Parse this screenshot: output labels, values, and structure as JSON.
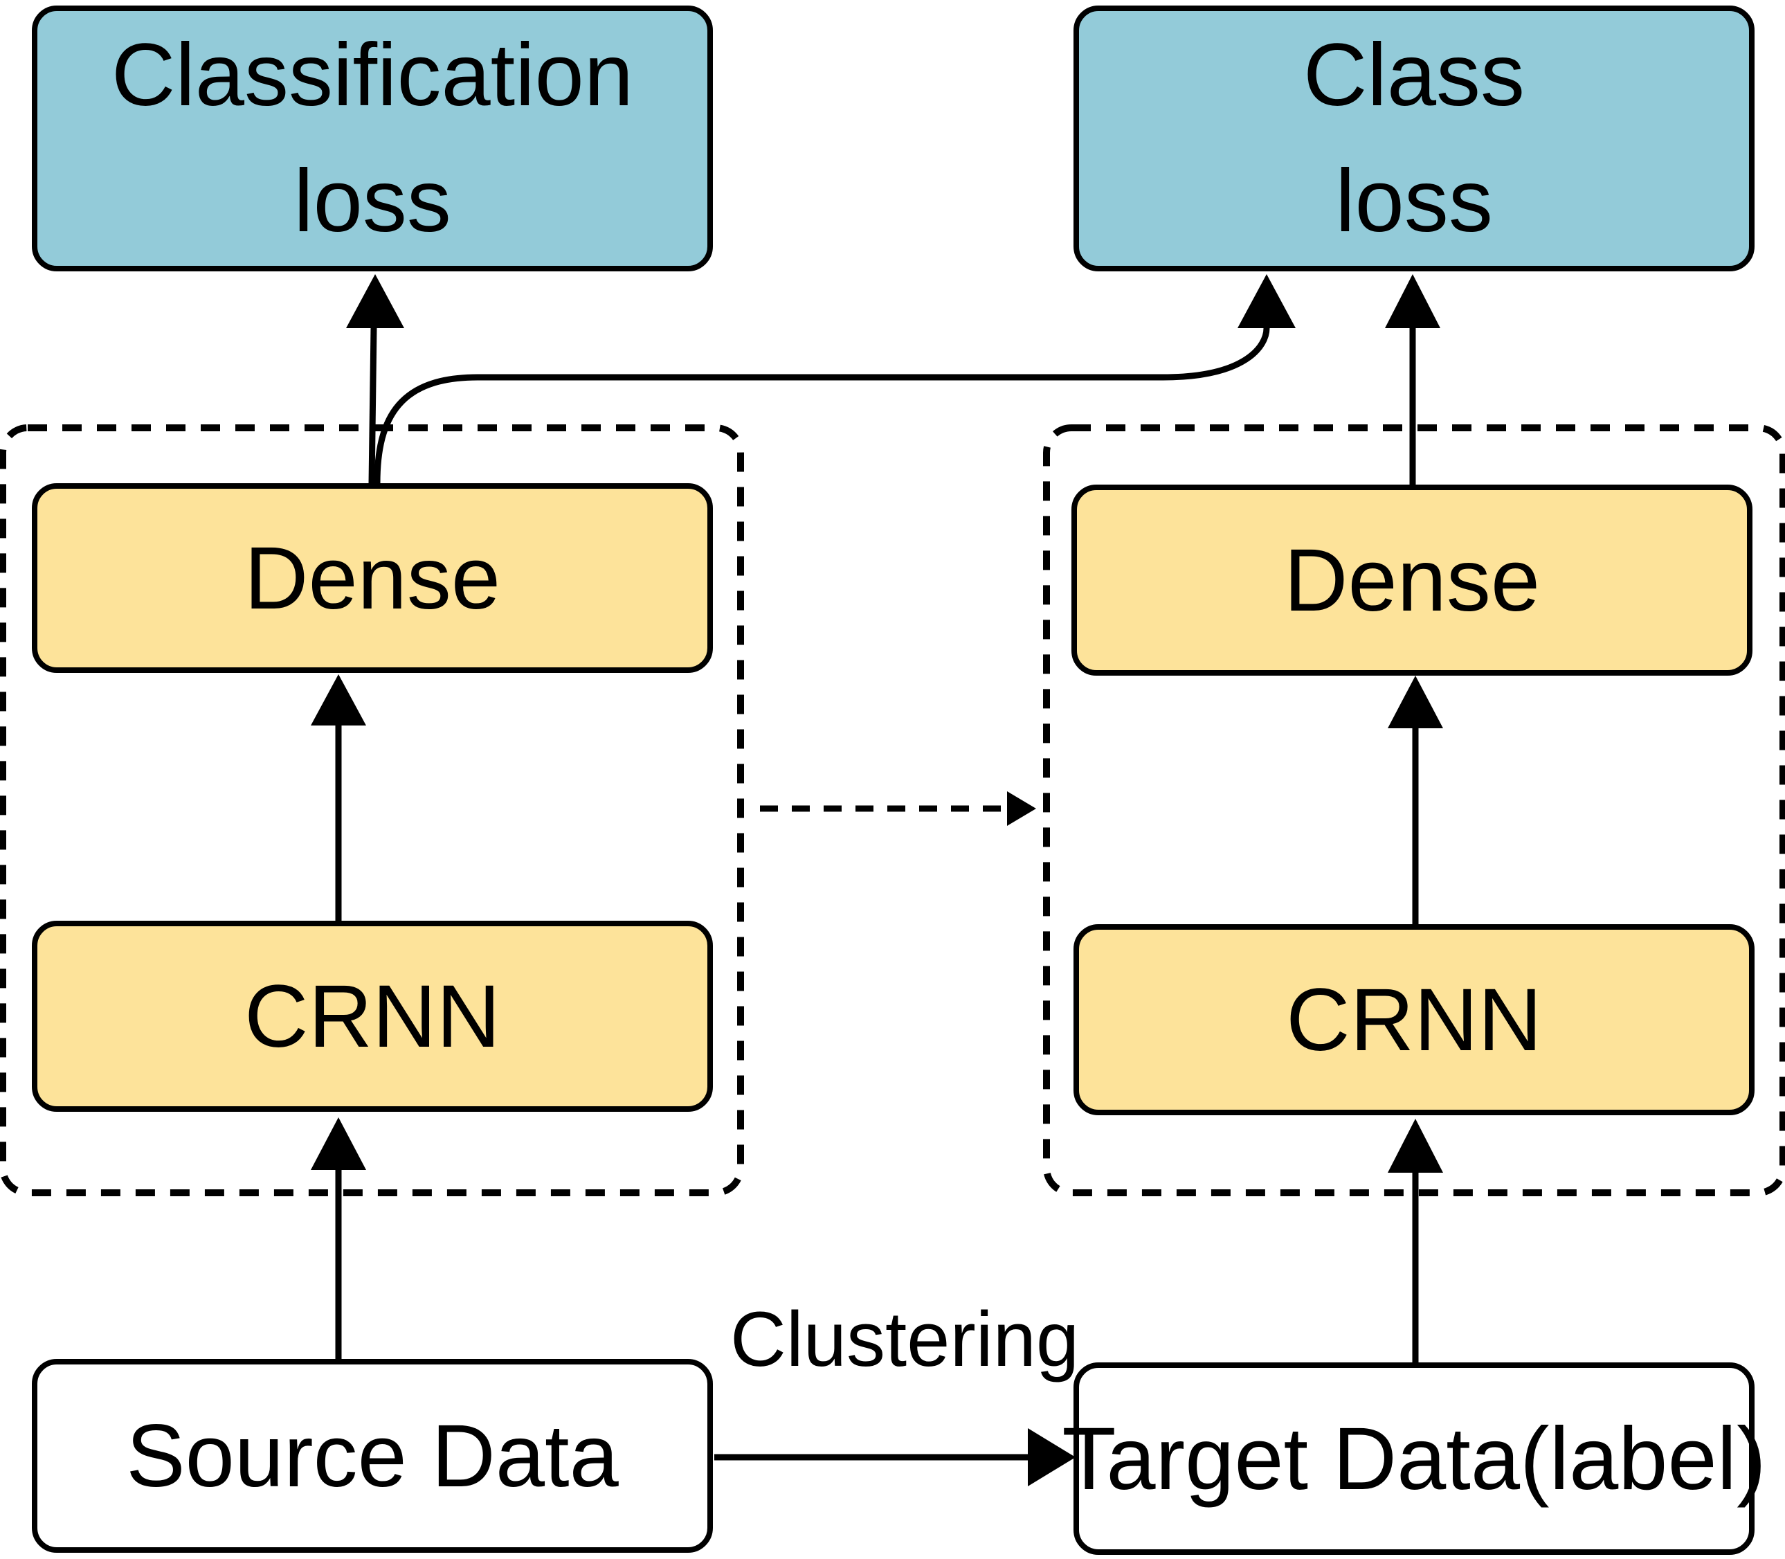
{
  "nodes": {
    "classification_loss": {
      "line1": "Classification",
      "line2": "loss"
    },
    "class_loss": {
      "line1": "Class",
      "line2": "loss"
    },
    "source_dense": "Dense",
    "source_crnn": "CRNN",
    "target_dense": "Dense",
    "target_crnn": "CRNN",
    "source_data": "Source Data",
    "target_data": "Target Data(label)"
  },
  "edge_labels": {
    "clustering": "Clustering"
  },
  "colors": {
    "loss_fill": "#93cbd9",
    "layer_fill": "#fde39a",
    "data_fill": "#ffffff",
    "stroke": "#000000"
  }
}
